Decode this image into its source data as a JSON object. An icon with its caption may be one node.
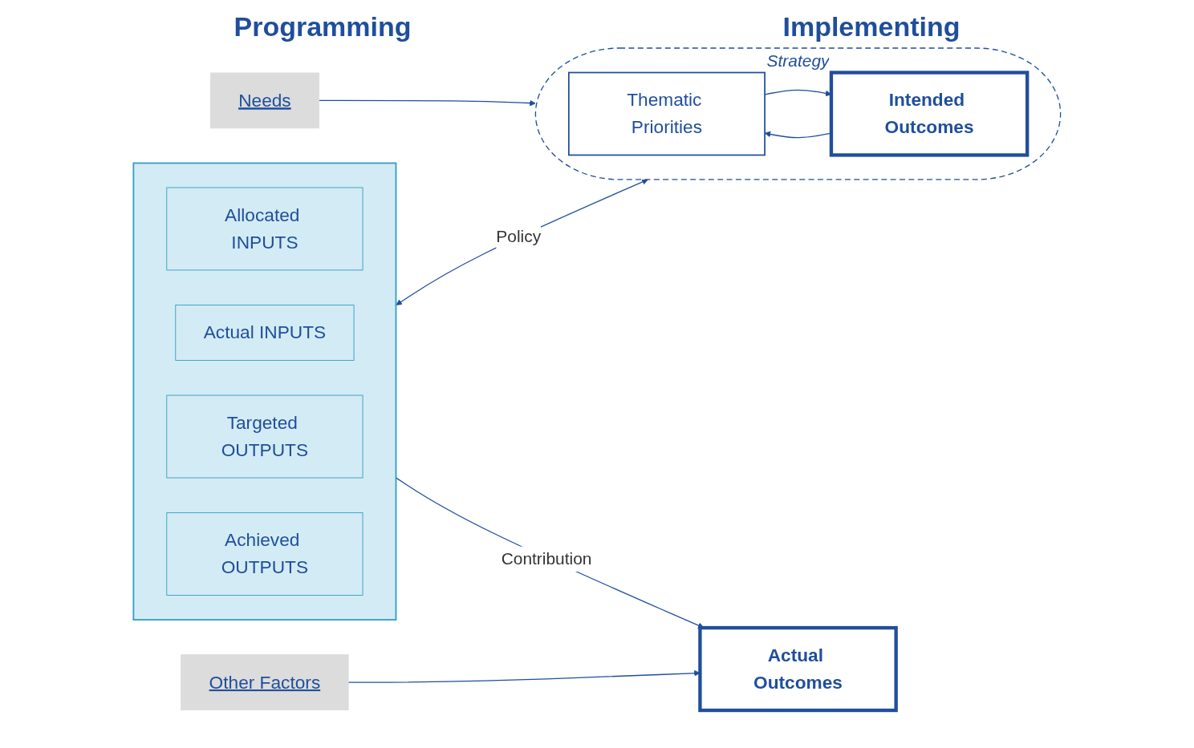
{
  "diagram": {
    "nodes": [
      {
        "text": [
          "Needs"
        ]
      },
      {
        "text": [
          "Strategy"
        ]
      },
      {
        "text": [
          "Thematic Priorities"
        ],
        "in": 1
      },
      {
        "text": [
          "Intended Outcomes"
        ],
        "in": 1
      },
      {
        "text": [
          "Actual Outcomes"
        ]
      },
      {
        "text": [
          "Other Factors"
        ]
      },
      {
        "text": [],
        "shape": "box"
      },
      {
        "text": [
          "Allocated INPUTS"
        ],
        "in": 6
      },
      {
        "text": [
          "Actual INPUTS"
        ],
        "in": 6
      },
      {
        "text": [
          "Targeted OUTPUTS"
        ],
        "in": 6
      },
      {
        "text": [
          "Achieved OUTPUTS"
        ],
        "in": 6
      }
    ],
    "edges": [
      {
        "from": 0,
        "to": 1,
        "arrow": "to"
      },
      {
        "from": 3,
        "to": 2,
        "arrow": "to"
      },
      {
        "from": 2,
        "to": 3,
        "arrow": "to"
      },
      {
        "from": 5,
        "to": 4,
        "arrow": "to"
      },
      {
        "from": 6,
        "to": 1,
        "label": "Policy",
        "arrow": "both"
      },
      {
        "from": 6,
        "to": 4,
        "label": "Contribution",
        "arrow": "to"
      }
    ],
    "labels": [
      "Programming",
      "Implementing"
    ]
  }
}
